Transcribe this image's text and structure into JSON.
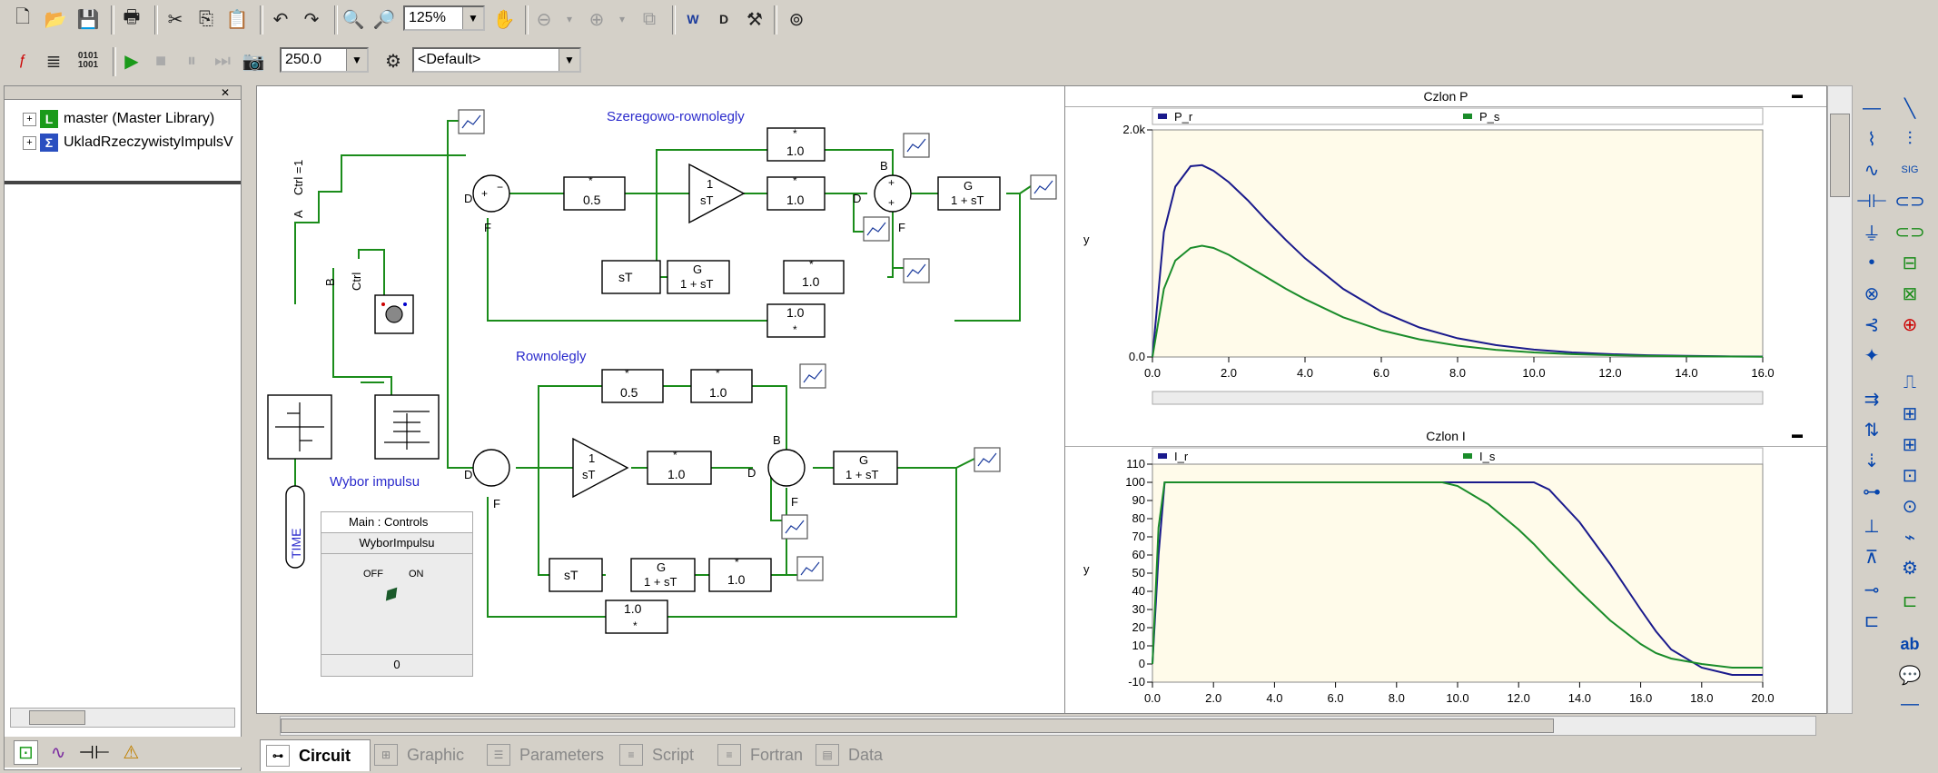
{
  "toolbar": {
    "zoom": "125%",
    "runtime": "250.0",
    "config": "<Default>"
  },
  "tree": {
    "items": [
      {
        "label": "master (Master Library)",
        "badge": "L",
        "color": "#1a9a1a"
      },
      {
        "label": "UkladRzeczywistyImpulsV",
        "badge": "Σ",
        "color": "#2a4fc0"
      }
    ]
  },
  "tabs": [
    {
      "label": "Circuit",
      "active": true
    },
    {
      "label": "Graphic",
      "active": false
    },
    {
      "label": "Parameters",
      "active": false
    },
    {
      "label": "Script",
      "active": false
    },
    {
      "label": "Fortran",
      "active": false
    },
    {
      "label": "Data",
      "active": false
    }
  ],
  "circuit": {
    "title_series": "Szeregowo-rownolegly",
    "title_parallel": "Rownolegly",
    "title_select": "Wybor impulsu",
    "ctrl_label": "Ctrl =",
    "ctrl_value": "1",
    "ctrl": "Ctrl",
    "port_a": "A",
    "port_b": "B",
    "time": "TIME",
    "gain_05": "0.5",
    "gain_10": "1.0",
    "star": "*",
    "integ_num": "1",
    "integ_den": "sT",
    "lag_num": "G",
    "lag_den": "1 + sT",
    "deriv": "sT",
    "d": "D",
    "f": "F",
    "b": "B",
    "plus": "+",
    "minus": "−"
  },
  "controls": {
    "header": "Main : Controls",
    "name": "WyborImpulsu",
    "off": "OFF",
    "on": "ON",
    "value": "0"
  },
  "graphs": {
    "top": {
      "title": "Czlon P",
      "ylabel": "y",
      "legend": [
        "P_r",
        "P_s"
      ]
    },
    "bottom": {
      "title": "Czlon I",
      "ylabel": "y",
      "legend": [
        "I_r",
        "I_s"
      ]
    }
  },
  "chart_data": [
    {
      "type": "line",
      "title": "Czlon P",
      "ylabel": "y",
      "xlim": [
        0,
        16
      ],
      "ylim": [
        0,
        2000
      ],
      "x_ticks": [
        "0.0",
        "2.0",
        "4.0",
        "6.0",
        "8.0",
        "10.0",
        "12.0",
        "14.0",
        "16.0"
      ],
      "y_ticks": [
        "2.0k",
        "0.0"
      ],
      "x": [
        0,
        0.3,
        0.6,
        1.0,
        1.3,
        1.6,
        2,
        2.5,
        3,
        3.5,
        4,
        5,
        6,
        7,
        8,
        9,
        10,
        11,
        12,
        13,
        14,
        15,
        16
      ],
      "series": [
        {
          "name": "P_r",
          "color": "#1a1a8c",
          "values": [
            0,
            1100,
            1500,
            1680,
            1690,
            1640,
            1540,
            1380,
            1200,
            1030,
            870,
            600,
            400,
            260,
            165,
            105,
            65,
            40,
            25,
            15,
            10,
            6,
            4
          ]
        },
        {
          "name": "P_s",
          "color": "#1a8c2a",
          "values": [
            0,
            600,
            850,
            960,
            980,
            960,
            900,
            800,
            700,
            600,
            510,
            350,
            235,
            155,
            100,
            63,
            40,
            25,
            16,
            10,
            6,
            4,
            2
          ]
        }
      ]
    },
    {
      "type": "line",
      "title": "Czlon I",
      "ylabel": "y",
      "xlim": [
        0,
        20
      ],
      "ylim": [
        -10,
        110
      ],
      "x_ticks": [
        "0.0",
        "2.0",
        "4.0",
        "6.0",
        "8.0",
        "10.0",
        "12.0",
        "14.0",
        "16.0",
        "18.0",
        "20.0"
      ],
      "y_ticks": [
        "110",
        "100",
        "90",
        "80",
        "70",
        "60",
        "50",
        "40",
        "30",
        "20",
        "10",
        "0",
        "-10"
      ],
      "x": [
        0,
        0.2,
        0.4,
        0.6,
        9.5,
        10,
        11,
        12,
        12.5,
        13,
        14,
        15,
        16,
        16.5,
        17,
        18,
        19,
        20
      ],
      "series": [
        {
          "name": "I_r",
          "color": "#1a1a8c",
          "values": [
            0,
            60,
            100,
            100,
            100,
            100,
            100,
            100,
            100,
            96,
            78,
            55,
            30,
            18,
            8,
            -2,
            -6,
            -6
          ]
        },
        {
          "name": "I_s",
          "color": "#1a8c2a",
          "values": [
            0,
            75,
            100,
            100,
            100,
            98,
            88,
            74,
            66,
            57,
            40,
            24,
            11,
            6,
            3,
            0,
            -2,
            -2
          ]
        }
      ]
    }
  ]
}
